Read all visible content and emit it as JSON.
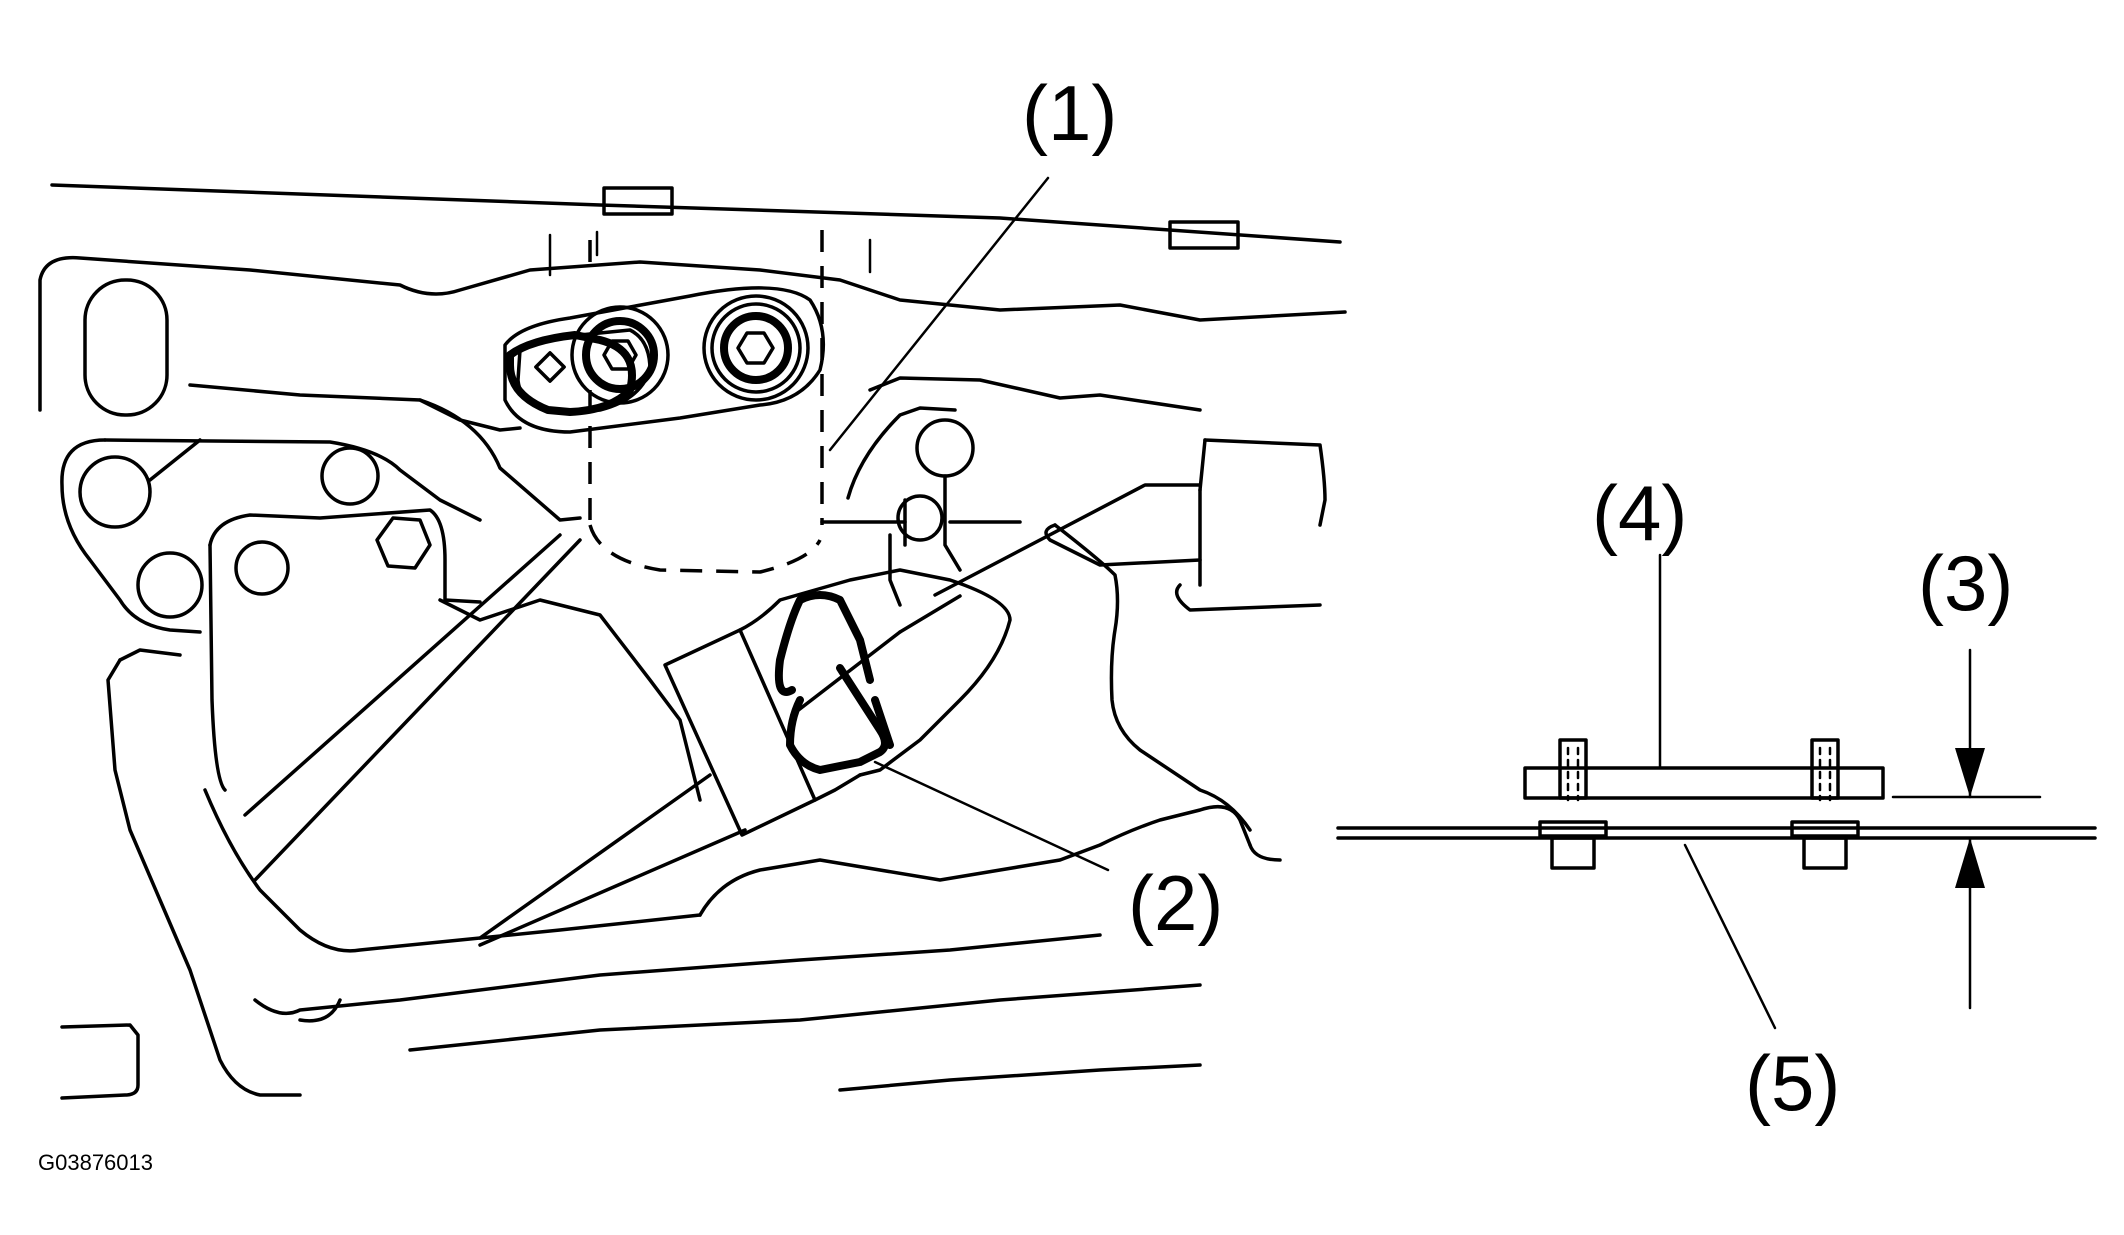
{
  "figure": {
    "code": "G03876013",
    "callouts": {
      "c1": "(1)",
      "c2": "(2)",
      "c3": "(3)",
      "c4": "(4)",
      "c5": "(5)"
    }
  }
}
